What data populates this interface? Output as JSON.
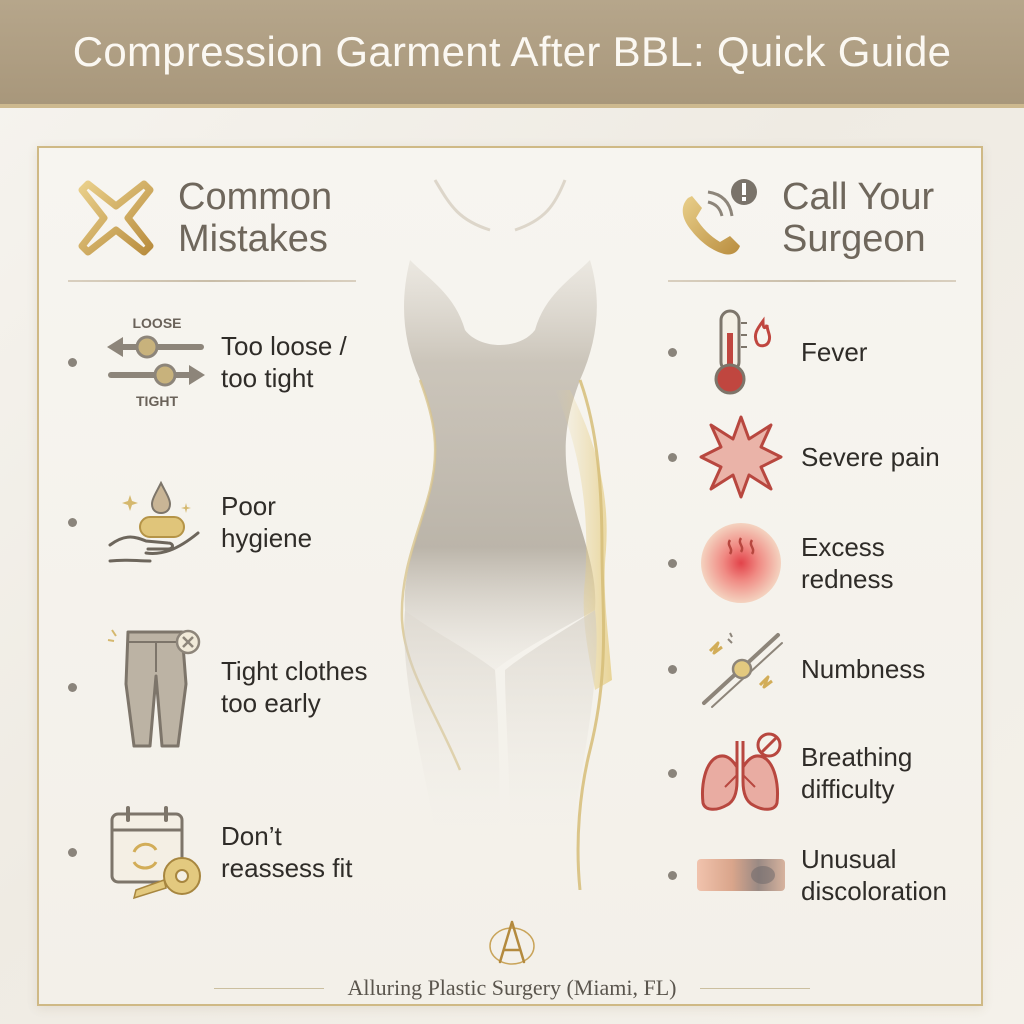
{
  "title": "Compression Garment After BBL: Quick Guide",
  "left_section": {
    "title": "Common\nMistakes",
    "icon": "x-mark-icon",
    "items": [
      {
        "label": "Too loose /\ntoo tight",
        "icon": "loose-tight-slider-icon",
        "icon_text_top": "LOOSE",
        "icon_text_bottom": "TIGHT"
      },
      {
        "label": "Poor\nhygiene",
        "icon": "soap-hand-icon"
      },
      {
        "label": "Tight clothes\ntoo early",
        "icon": "jeans-icon"
      },
      {
        "label": "Don’t\nreassess fit",
        "icon": "calendar-tape-measure-icon"
      }
    ]
  },
  "right_section": {
    "title": "Call Your\nSurgeon",
    "icon": "phone-alert-icon",
    "items": [
      {
        "label": "Fever",
        "icon": "thermometer-icon"
      },
      {
        "label": "Severe pain",
        "icon": "pain-burst-icon"
      },
      {
        "label": "Excess\nredness",
        "icon": "redness-icon"
      },
      {
        "label": "Numbness",
        "icon": "nerve-icon"
      },
      {
        "label": "Breathing\ndifficulty",
        "icon": "lungs-icon"
      },
      {
        "label": "Unusual\ndiscoloration",
        "icon": "skin-swatch-icon"
      }
    ]
  },
  "footer": {
    "text": "Alluring Plastic Surgery (Miami, FL)",
    "logo": "a-monogram-logo"
  },
  "colors": {
    "banner": "#ab9a7e",
    "gold": "#c9a45a",
    "accent_red": "#c0463f",
    "text": "#2f2c28"
  }
}
